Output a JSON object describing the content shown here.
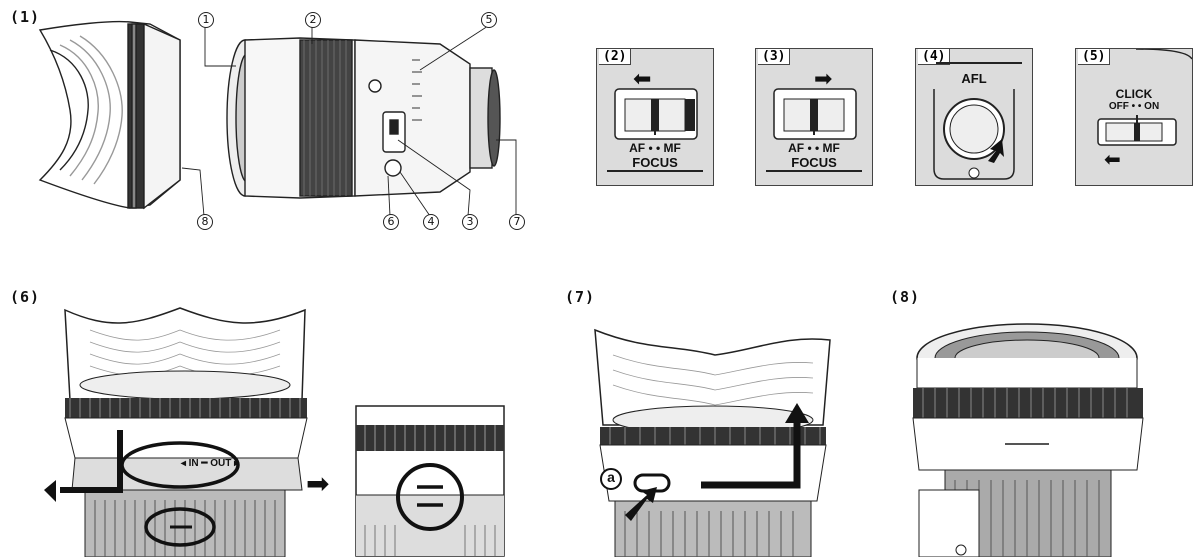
{
  "figures": {
    "fig1": {
      "label": "(1)"
    },
    "fig2": {
      "label": "(2)",
      "switch_af": "AF",
      "switch_mf": "MF",
      "focus": "FOCUS"
    },
    "fig3": {
      "label": "(3)",
      "switch_af": "AF",
      "switch_mf": "MF",
      "focus": "FOCUS"
    },
    "fig4": {
      "label": "(4)",
      "title": "AFL"
    },
    "fig5": {
      "label": "(5)",
      "title": "CLICK",
      "off": "OFF",
      "on": "ON"
    },
    "fig6": {
      "label": "(6)",
      "in": "IN",
      "out": "OUT"
    },
    "fig7": {
      "label": "(7)",
      "marker": "a"
    },
    "fig8": {
      "label": "(8)"
    }
  },
  "callouts": [
    "1",
    "2",
    "3",
    "4",
    "5",
    "6",
    "7",
    "8"
  ]
}
